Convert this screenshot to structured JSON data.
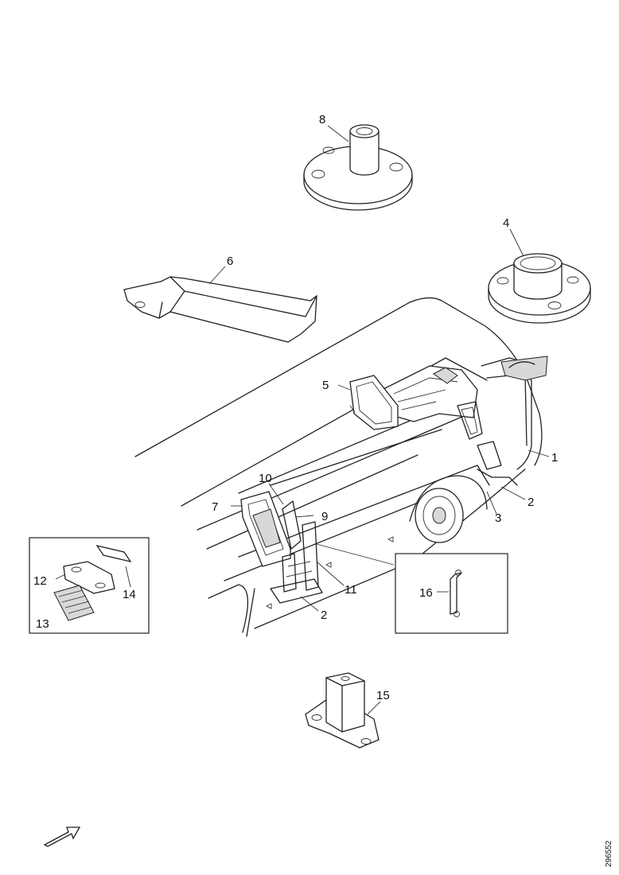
{
  "figure_id": "296552",
  "callouts": {
    "c1": "1",
    "c2a": "2",
    "c2b": "2",
    "c3": "3",
    "c4": "4",
    "c5": "5",
    "c6": "6",
    "c7": "7",
    "c8": "8",
    "c9": "9",
    "c10": "10",
    "c11": "11",
    "c12": "12",
    "c13": "13",
    "c14": "14",
    "c15": "15",
    "c16": "16"
  },
  "icons": {
    "direction_arrow": "front-direction-arrow-icon"
  }
}
